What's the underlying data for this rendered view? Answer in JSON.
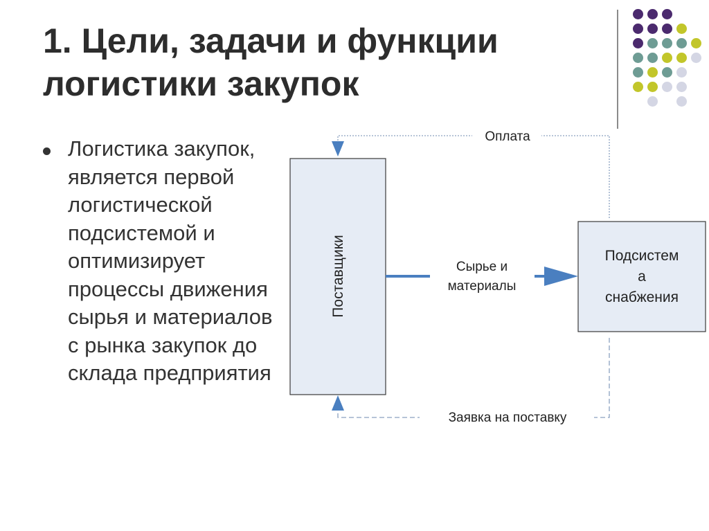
{
  "title": {
    "line1": "1. Цели, задачи и функции",
    "line2": "логистики закупок"
  },
  "bullet": {
    "text": "Логистика закупок, является первой логистической подсистемой и оптимизирует процессы движения сырья и материалов с рынка закупок до склада предприятия"
  },
  "diagram": {
    "supplier_label": "Поставщики",
    "subsystem_lines": [
      "Подсистем",
      "а",
      "снабжения"
    ],
    "payment_label": "Оплата",
    "materials_lines": [
      "Сырье и",
      "материалы"
    ],
    "order_label": "Заявка на поставку"
  },
  "colors": {
    "box_fill": "#e6ecf5",
    "box_border": "#3a3a3a",
    "arrow_blue": "#4a7fc0",
    "dashed_line": "#8aa0bf",
    "dot_purple": "#4b2a6e",
    "dot_teal": "#6e9c94",
    "dot_lime": "#c2c62a",
    "dot_light": "#d4d6e4"
  },
  "decor": {
    "dot_grid": [
      [
        "purple",
        "purple",
        "purple",
        "",
        ""
      ],
      [
        "purple",
        "purple",
        "purple",
        "lime",
        ""
      ],
      [
        "purple",
        "teal",
        "teal",
        "teal",
        "lime"
      ],
      [
        "teal",
        "teal",
        "lime",
        "lime",
        "light"
      ],
      [
        "teal",
        "lime",
        "teal",
        "light",
        ""
      ],
      [
        "lime",
        "lime",
        "light",
        "light",
        ""
      ],
      [
        "",
        "light",
        "",
        "light",
        ""
      ]
    ]
  }
}
